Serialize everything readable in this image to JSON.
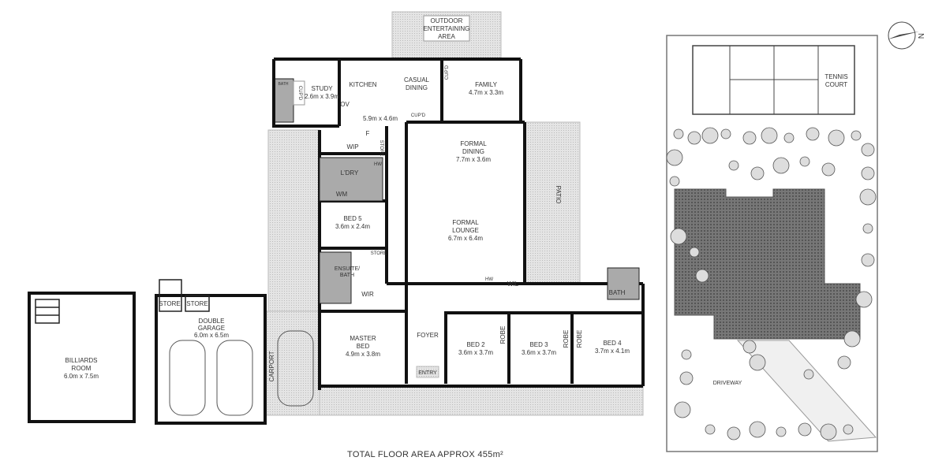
{
  "rooms": {
    "outdoor": "OUTDOOR ENTERTAINING AREA",
    "outdoor_lines": [
      "OUTDOOR",
      "ENTERTAINING",
      "AREA"
    ],
    "study": "STUDY",
    "study_dim": "2.6m x 3.9m",
    "bath_small": "BATH",
    "cupd": "CUP'D",
    "kitchen": "KITCHEN",
    "ov": "OV",
    "casual_dining": [
      "CASUAL",
      "DINING"
    ],
    "kitchen_dim": "5.9m x 4.6m",
    "family": "FAMILY",
    "family_dim": "4.7m x 3.3m",
    "formal_dining": [
      "FORMAL",
      "DINING"
    ],
    "formal_dining_dim": "7.7m x 3.6m",
    "f": "F",
    "wip": "WIP",
    "store": "STORE",
    "hw": "HW",
    "laundry": "L'DRY",
    "wm": "WM",
    "bed5": "BED 5",
    "bed5_dim": "3.6m x 2.4m",
    "patio": "PATIO",
    "formal_lounge": [
      "FORMAL",
      "LOUNGE"
    ],
    "formal_lounge_dim": "6.7m x 6.4m",
    "ensuite": [
      "ENSUITE/",
      "BATH"
    ],
    "wir": "WIR",
    "wil": "WIL",
    "bath": "BATH",
    "master": [
      "MASTER",
      "BED"
    ],
    "master_dim": "4.9m x 3.8m",
    "foyer": "FOYER",
    "entry": "ENTRY",
    "bed2": "BED 2",
    "bed2_dim": "3.6m x 3.7m",
    "bed3": "BED 3",
    "bed3_dim": "3.6m x 3.7m",
    "bed4": "BED 4",
    "bed4_dim": "3.7m x 4.1m",
    "robe": "ROBE",
    "garage": [
      "DOUBLE",
      "GARAGE"
    ],
    "garage_dim": "6.0m x 6.5m",
    "carport": "CARPORT",
    "billiards": [
      "BILLIARDS",
      "ROOM"
    ],
    "billiards_dim": "6.0m x 7.5m"
  },
  "site": {
    "tennis": [
      "TENNIS",
      "COURT"
    ],
    "driveway": "DRIVEWAY"
  },
  "compass": "N",
  "total_area": "TOTAL FLOOR AREA APPROX  455m²"
}
